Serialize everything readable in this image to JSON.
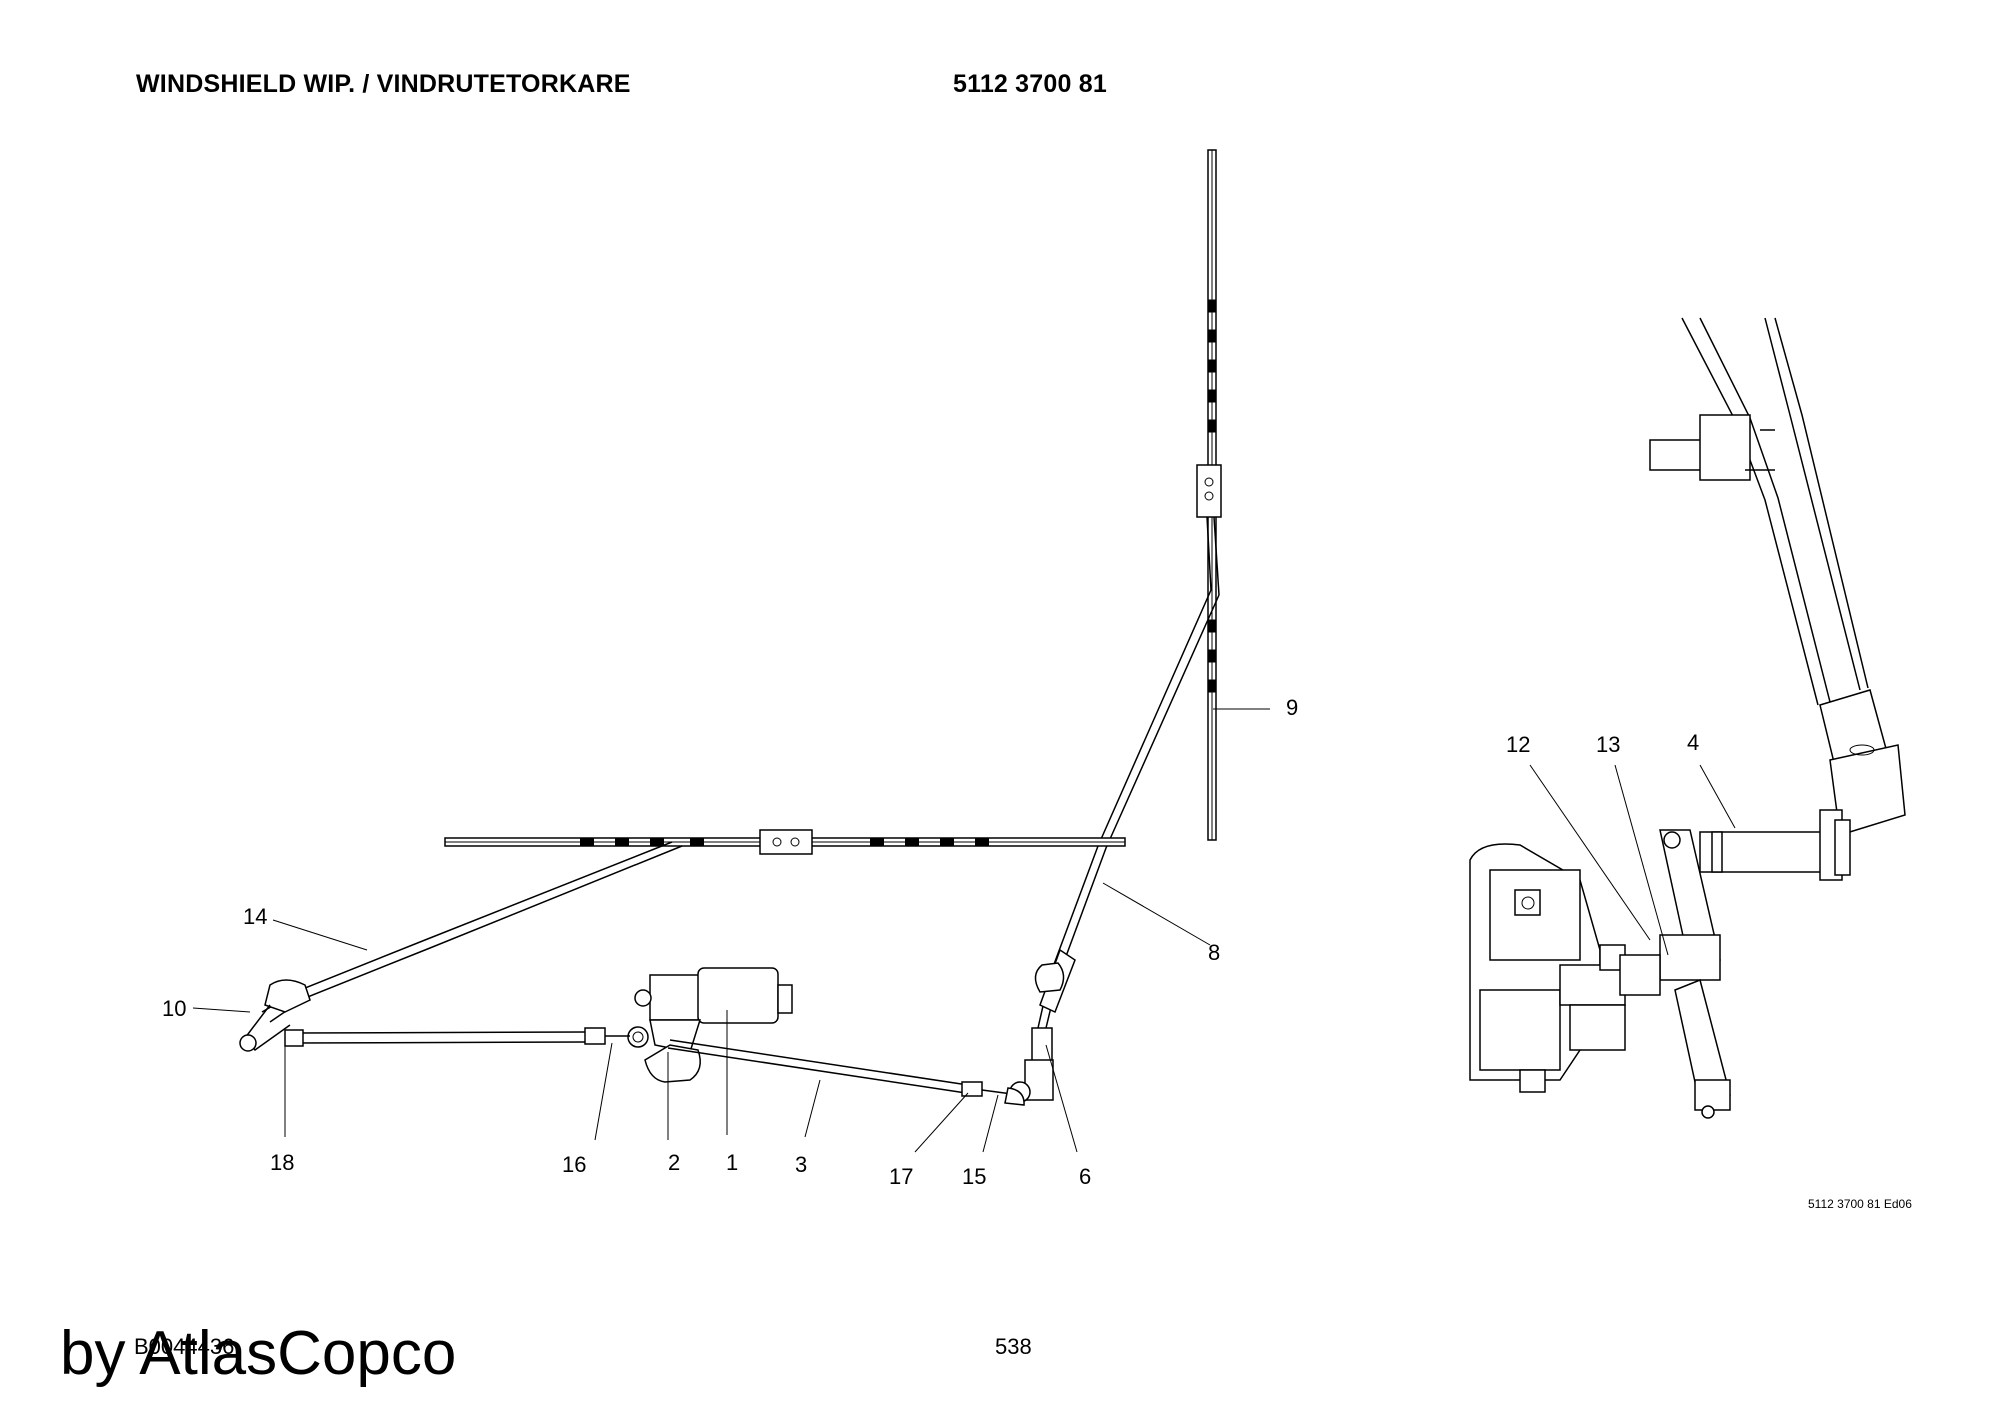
{
  "header": {
    "title": "WINDSHIELD WIP. / VINDRUTETORKARE",
    "part_number": "5112 3700 81"
  },
  "callouts": {
    "c1": "1",
    "c2": "2",
    "c3": "3",
    "c4": "4",
    "c6": "6",
    "c8": "8",
    "c9": "9",
    "c10": "10",
    "c12": "12",
    "c13": "13",
    "c14": "14",
    "c15": "15",
    "c16": "16",
    "c17": "17",
    "c18": "18"
  },
  "footer": {
    "revision": "5112 3700 81 Ed06",
    "doc_number": "B0044436",
    "page_number": "538",
    "watermark": "by AtlasCopco"
  }
}
